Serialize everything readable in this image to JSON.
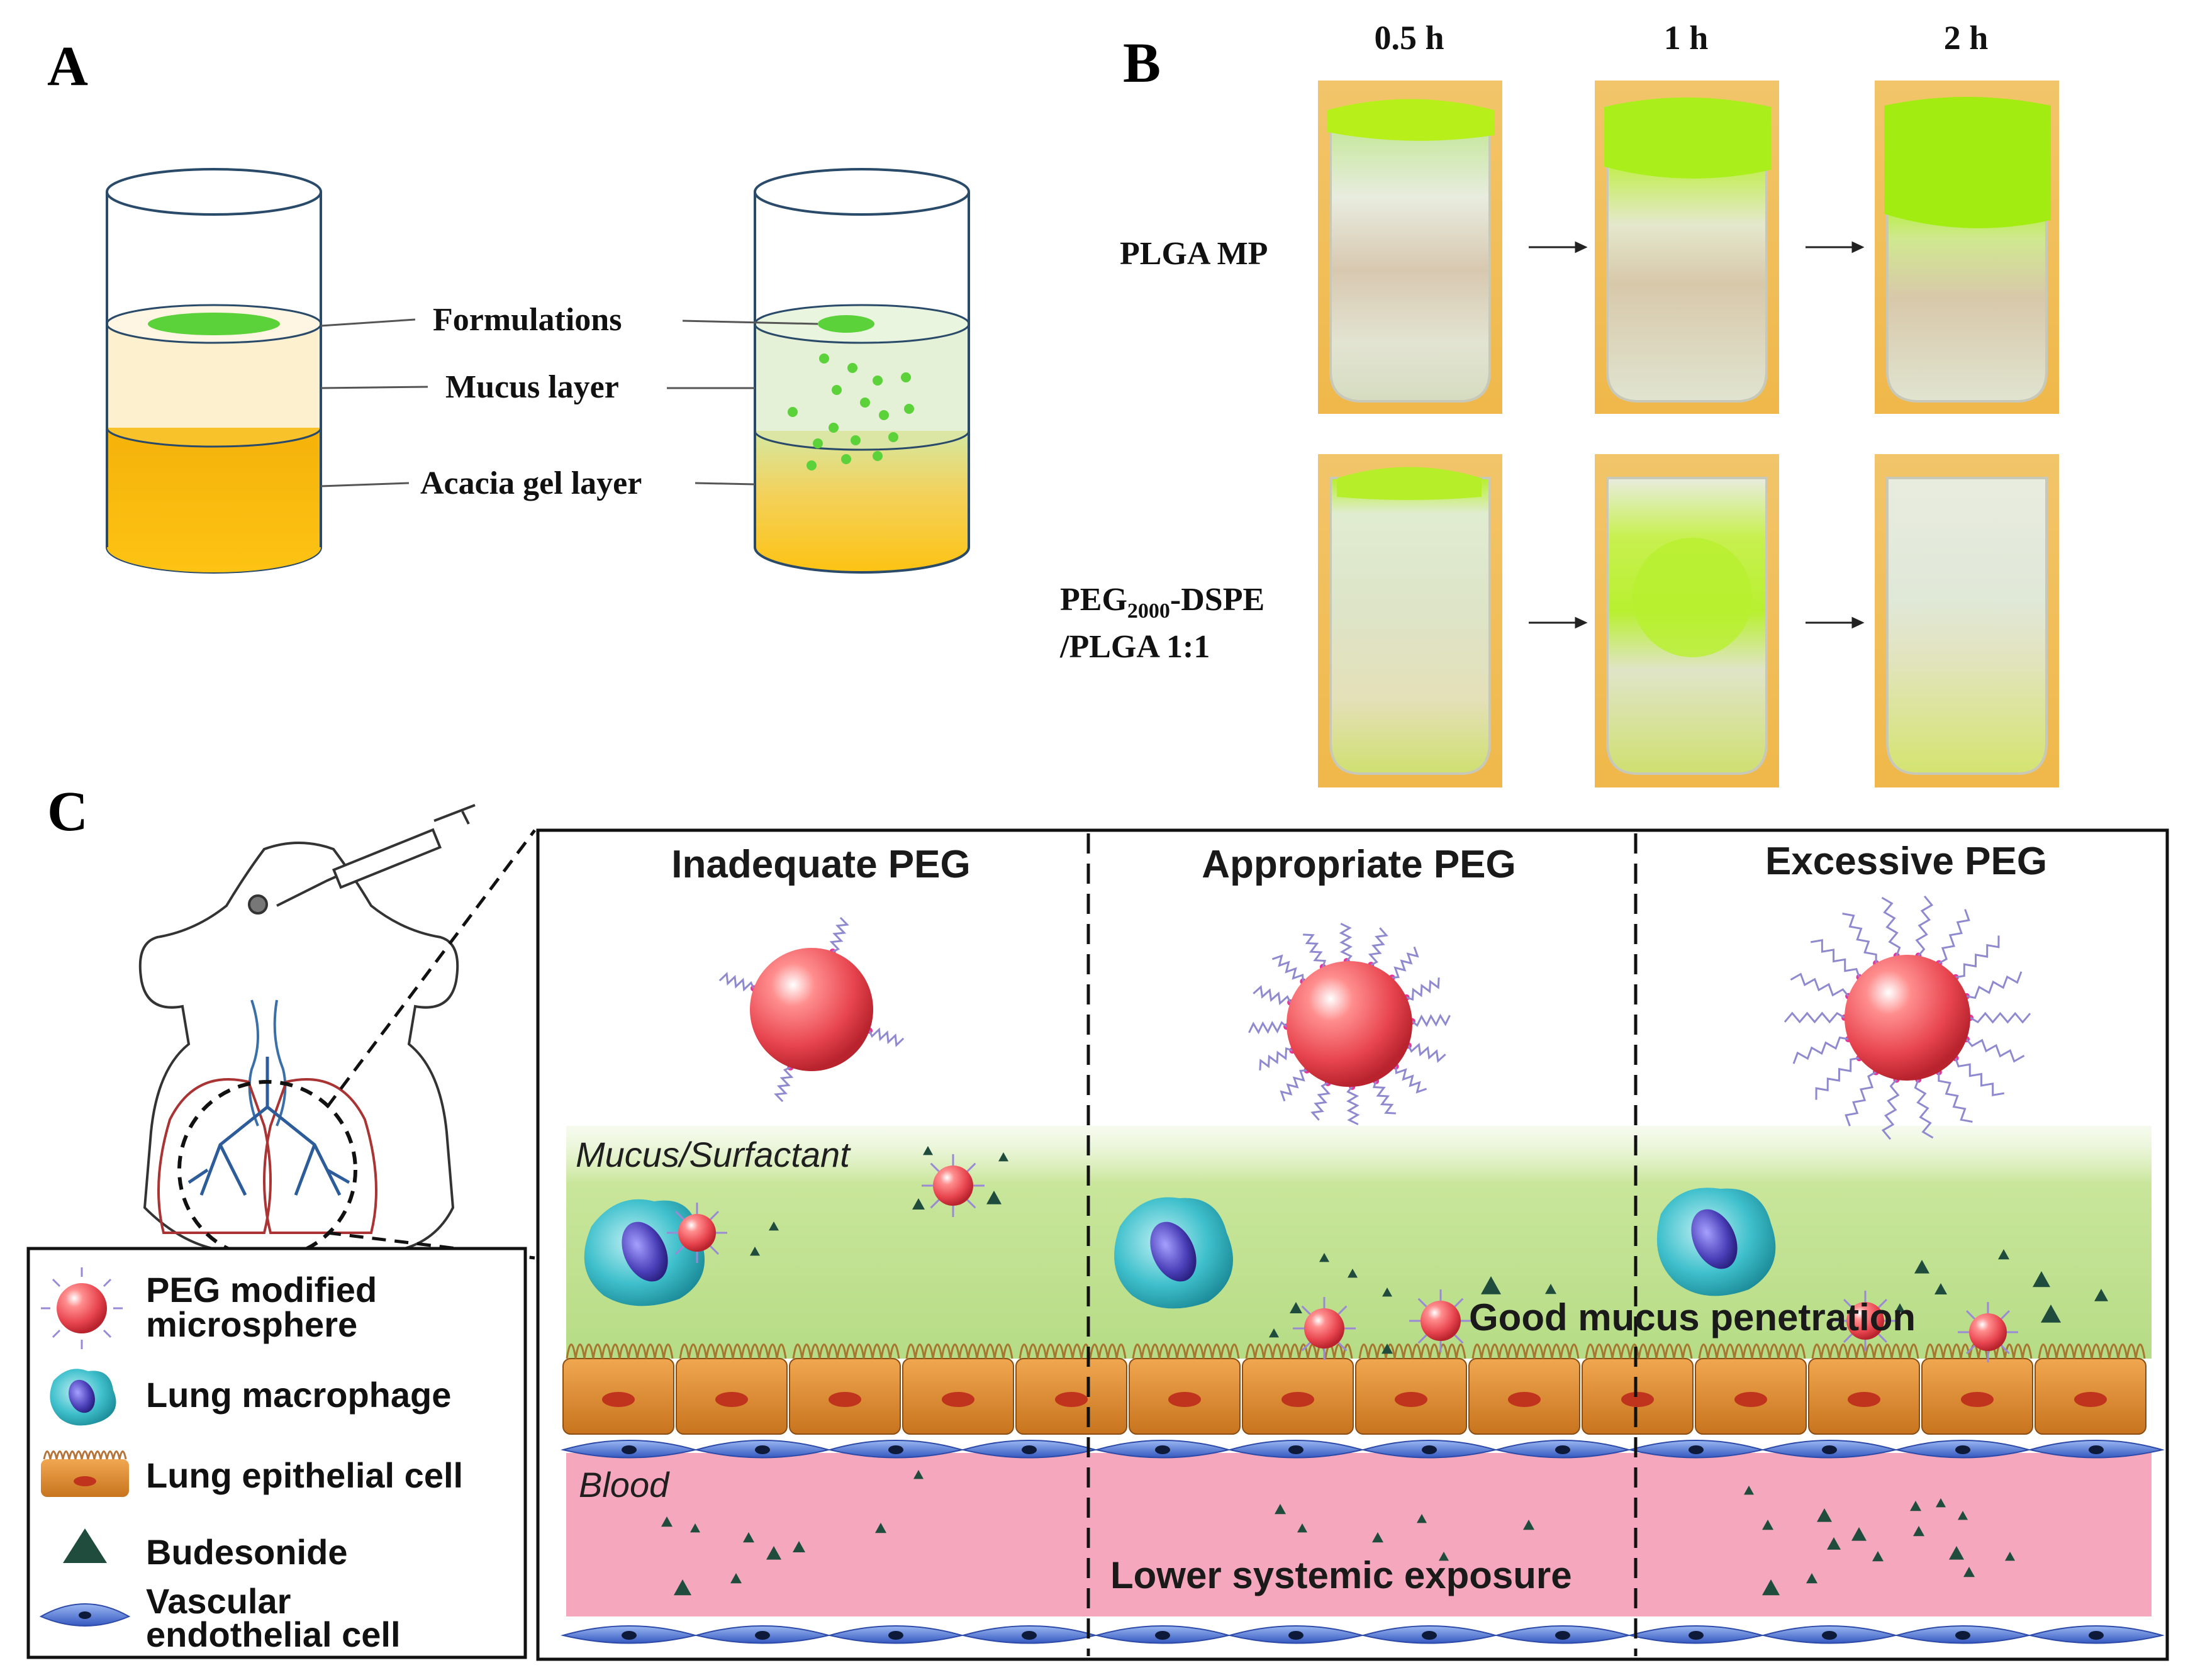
{
  "panels": {
    "a": {
      "letter": "A",
      "labels": {
        "formulations": "Formulations",
        "mucus": "Mucus layer",
        "acacia": "Acacia gel layer"
      }
    },
    "b": {
      "letter": "B",
      "times": [
        "0.5 h",
        "1 h",
        "2 h"
      ],
      "row1_label": "PLGA MP",
      "row2_label_line1_main": "PEG",
      "row2_label_line1_sub": "2000",
      "row2_label_line1_rest": "-DSPE",
      "row2_label_line2": "/PLGA 1:1"
    },
    "c": {
      "letter": "C",
      "column_titles": [
        "Inadequate PEG",
        "Appropriate PEG",
        "Excessive PEG"
      ],
      "mucus_label": "Mucus/Surfactant",
      "blood_label": "Blood",
      "penetration_label": "Good mucus penetration",
      "exposure_label": "Lower systemic exposure",
      "legend": {
        "microsphere_line1": "PEG modified",
        "microsphere_line2": "microsphere",
        "macrophage": "Lung macrophage",
        "epithelial": "Lung epithelial cell",
        "budesonide": "Budesonide",
        "endothelial_line1": "Vascular",
        "endothelial_line2": "endothelial cell"
      }
    }
  },
  "colors": {
    "acacia_gel": "#f9c20e",
    "mucus": "#fdf0cf",
    "formulation_green": "#5bd13a",
    "fluorescent_green": "#b6f21a",
    "mucus_layer_green": "#c8e89a",
    "blood_pink": "#f4a7bd",
    "epithelial_orange": "#e8922f",
    "endothelial_blue": "#4f78d8",
    "macrophage_teal": "#2fb7c2",
    "microsphere_red": "#e8454f",
    "budesonide_dark": "#1f4c3c"
  }
}
